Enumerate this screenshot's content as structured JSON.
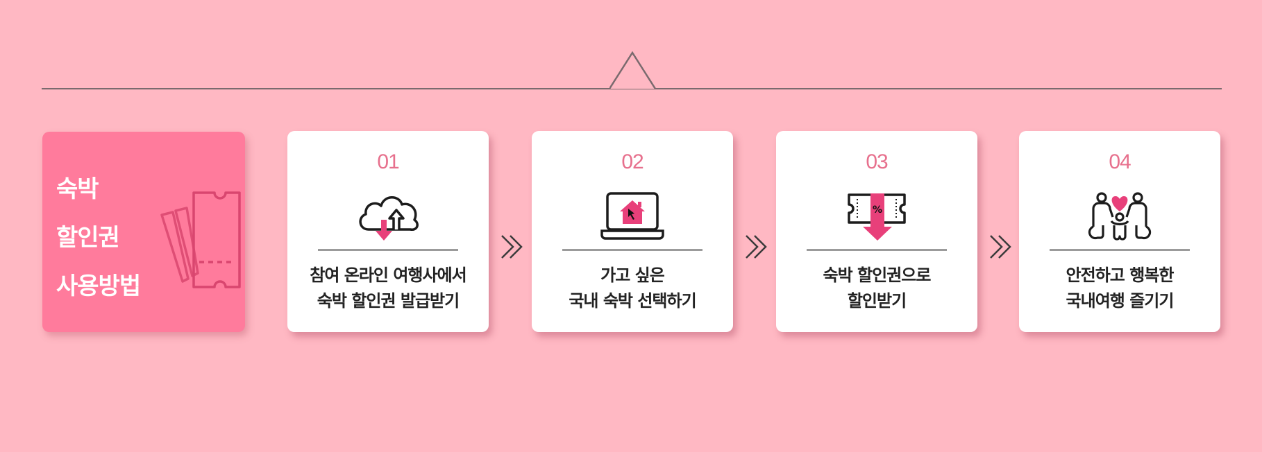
{
  "colors": {
    "background": "#ffb8c3",
    "intro_card": "#ff7b9c",
    "accent": "#e8407a",
    "step_number": "#e7708d",
    "text": "#222222",
    "divider": "#7a6a6e"
  },
  "intro": {
    "title_lines": [
      "숙박",
      "할인권",
      "사용방법"
    ],
    "icon": "ticket-icon"
  },
  "steps": [
    {
      "number": "01",
      "icon": "cloud-download-icon",
      "lines": [
        "참여 온라인 여행사에서",
        "숙박 할인권 발급받기"
      ]
    },
    {
      "number": "02",
      "icon": "laptop-home-icon",
      "lines": [
        "가고 싶은",
        "국내 숙박 선택하기"
      ]
    },
    {
      "number": "03",
      "icon": "discount-ticket-icon",
      "lines": [
        "숙박 할인권으로",
        "할인받기"
      ]
    },
    {
      "number": "04",
      "icon": "family-heart-icon",
      "lines": [
        "안전하고 행복한",
        "국내여행 즐기기"
      ]
    }
  ],
  "separators": [
    "double-chevron-right-icon",
    "double-chevron-right-icon",
    "double-chevron-right-icon"
  ]
}
